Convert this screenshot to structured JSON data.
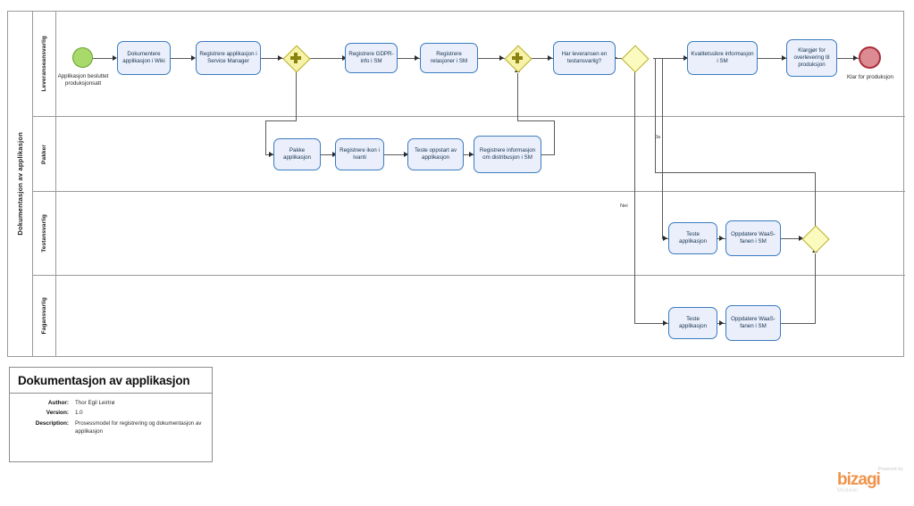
{
  "pool": {
    "name": "Dokumentasjon av applikasjon"
  },
  "lanes": [
    {
      "id": "leveranse",
      "label": "Leveranseansvarlig"
    },
    {
      "id": "pakker",
      "label": "Pakker"
    },
    {
      "id": "test",
      "label": "Testansvarlig"
    },
    {
      "id": "fag",
      "label": "Fagansvarlig"
    }
  ],
  "events": {
    "start": {
      "name": "start-event",
      "label": "Applikasjon besluttet produksjonsatt",
      "color": "#a7d96b"
    },
    "end": {
      "name": "end-event",
      "label": "Klar for produksjon",
      "color": "#dc8b93"
    }
  },
  "tasks": {
    "t1": "Dokumentere applikasjon i Wiki",
    "t2": "Registrere applikasjon i Service Manager",
    "t3": "Registrere GDPR-info i SM",
    "t4": "Registrere relasjoner i SM",
    "t5": "Har leveransen en testansvarlig?",
    "t6": "Kvalitetssikre informasjon i SM",
    "t7": "Klargjør for overlevering til produksjon",
    "p1": "Pakke applikasjon",
    "p2": "Registrere ikon i Ivanti",
    "p3": "Teste oppstart av applikasjon",
    "p4": "Registrere informasjon om distribusjon i SM",
    "s1": "Teste applikasjon",
    "s2": "Oppdatere WaaS-fanen i SM",
    "f1": "Teste applikasjon",
    "f2": "Oppdatere WaaS-fanen i SM"
  },
  "gateways": {
    "g1": "parallel-split-gateway",
    "g2": "parallel-join-gateway",
    "g3": "exclusive-decision-gateway",
    "g4": "exclusive-merge-gateway"
  },
  "flow_labels": {
    "ja": "Ja",
    "nei": "Nei"
  },
  "card": {
    "title": "Dokumentasjon av applikasjon",
    "rows": [
      {
        "key": "Author:",
        "value": "Thor Egil Leirtrø"
      },
      {
        "key": "Version:",
        "value": "1.0"
      },
      {
        "key": "Description:",
        "value": "Prosessmodel for registrering og dokumentasjon av applikasjon"
      }
    ]
  },
  "logo": {
    "powered": "Powered by",
    "brand": "bizagi",
    "product": "Modeler",
    "color": "#f0934a"
  }
}
